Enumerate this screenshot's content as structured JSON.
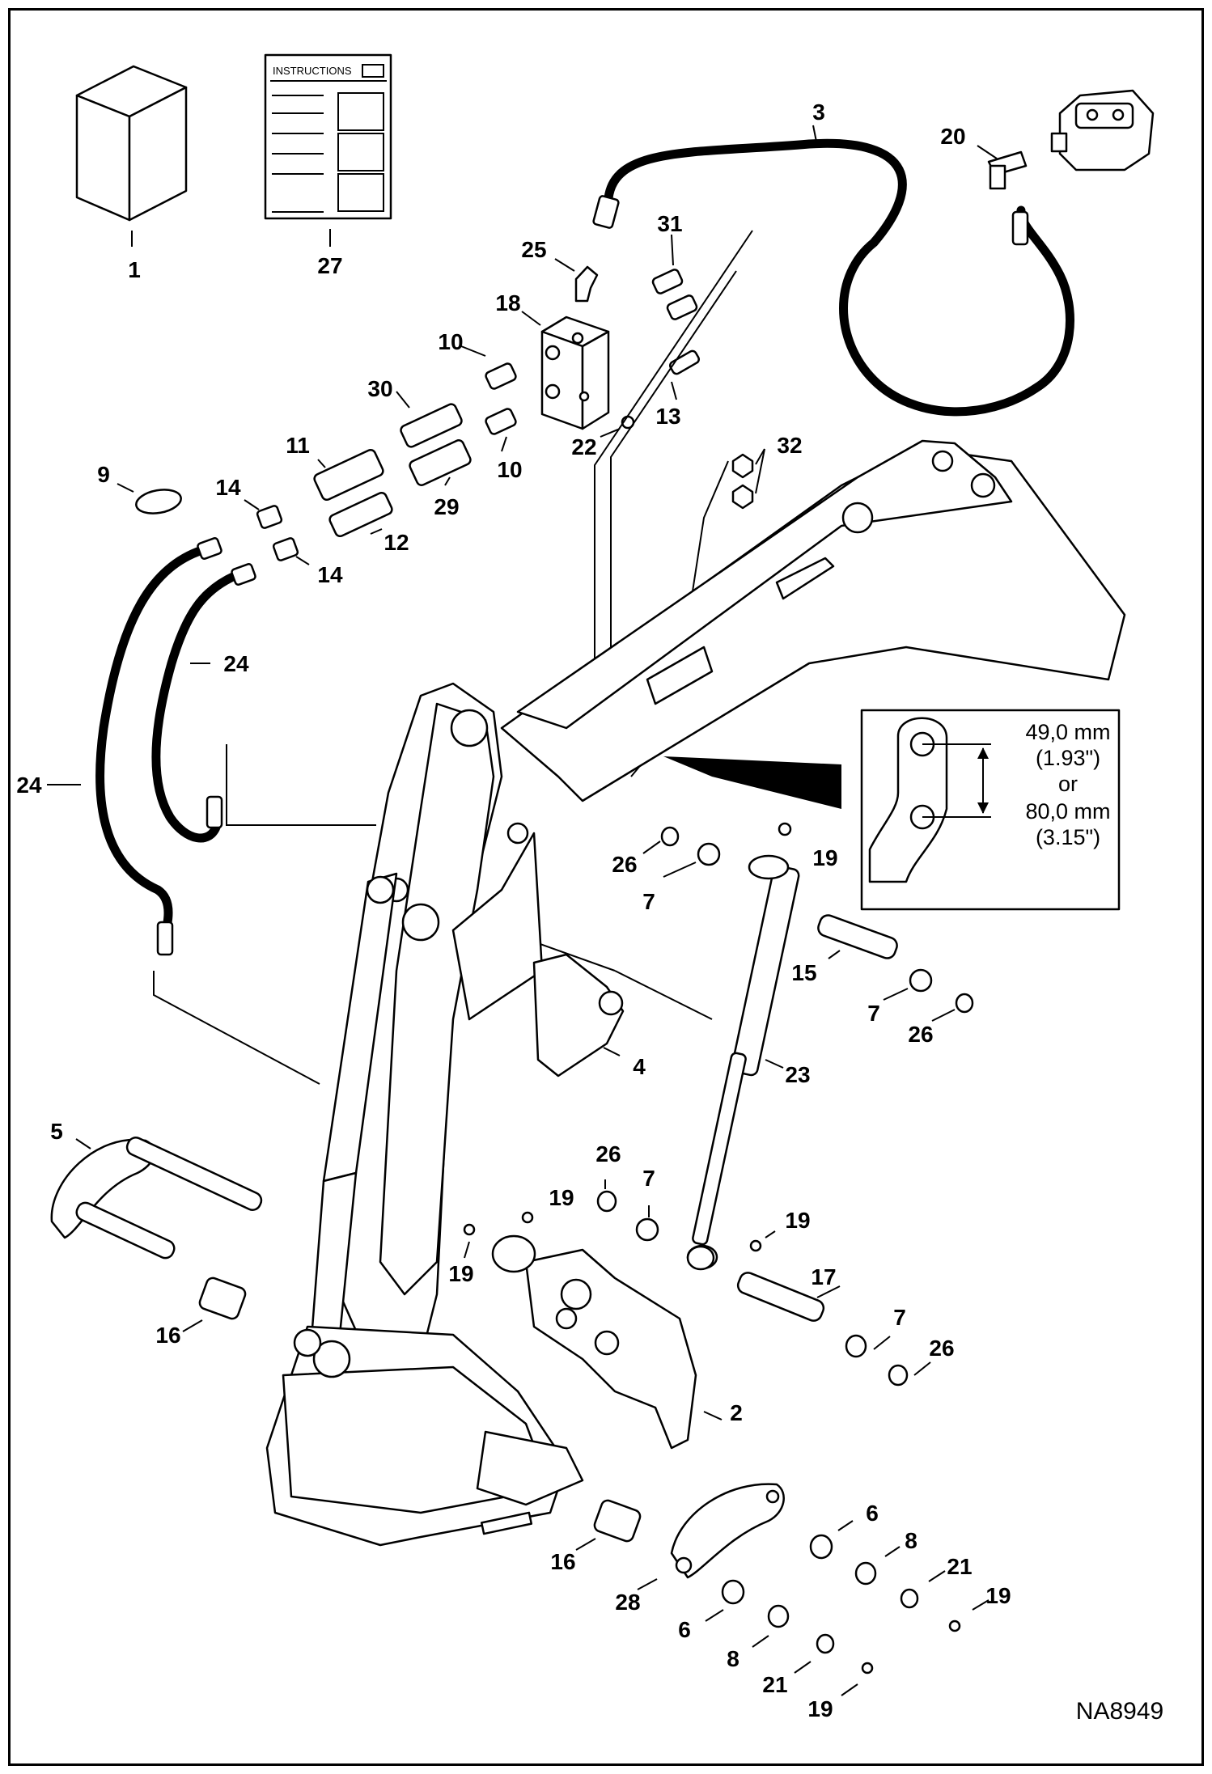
{
  "diagram": {
    "code": "NA8949",
    "instructions_title": "INSTRUCTIONS",
    "inset": {
      "dim1_metric": "49,0 mm",
      "dim1_imperial": "(1.93\")",
      "or": "or",
      "dim2_metric": "80,0 mm",
      "dim2_imperial": "(3.15\")"
    },
    "callouts": [
      "1",
      "27",
      "3",
      "20",
      "25",
      "31",
      "18",
      "10",
      "30",
      "13",
      "22",
      "10",
      "29",
      "11",
      "9",
      "14",
      "12",
      "14",
      "32",
      "24",
      "24",
      "26",
      "7",
      "19",
      "15",
      "7",
      "26",
      "4",
      "23",
      "5",
      "26",
      "7",
      "19",
      "19",
      "19",
      "17",
      "7",
      "26",
      "16",
      "2",
      "16",
      "6",
      "8",
      "21",
      "19",
      "28",
      "6",
      "8",
      "21",
      "19"
    ]
  }
}
